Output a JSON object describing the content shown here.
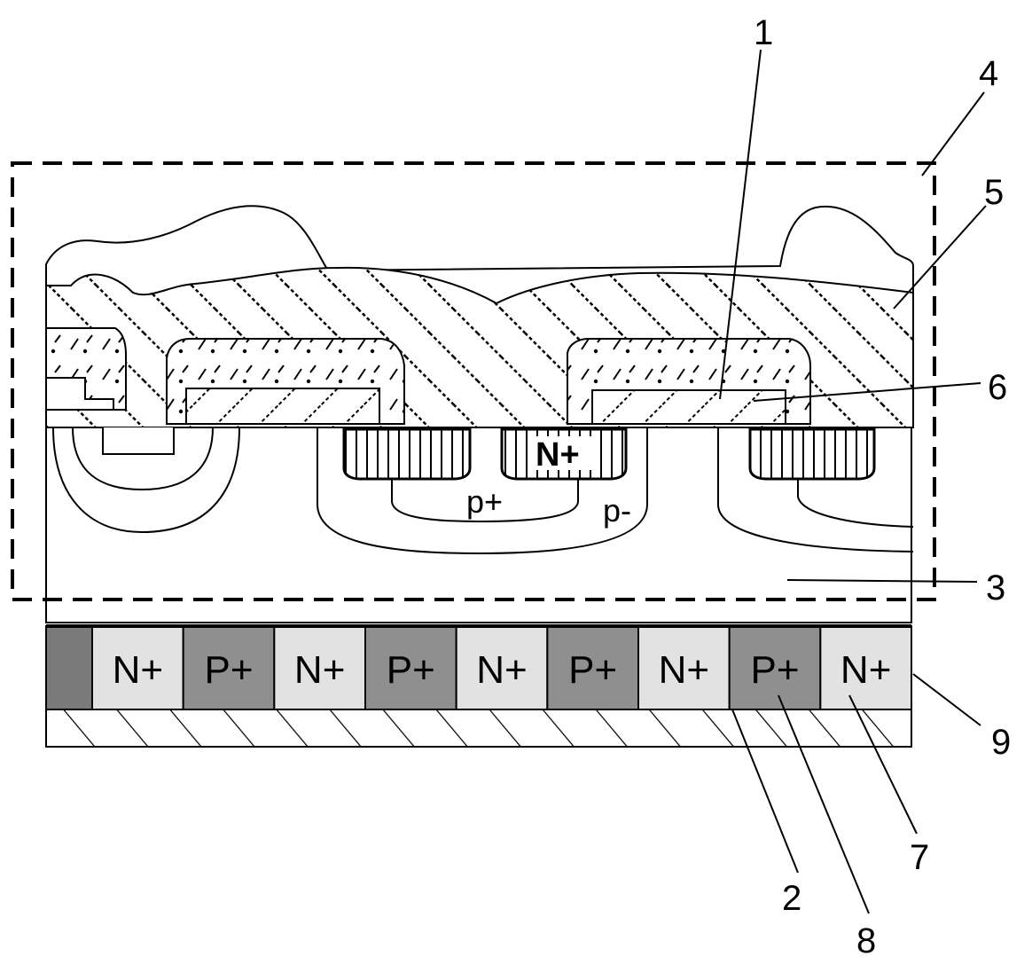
{
  "colors": {
    "background": "#ffffff",
    "line": "#000000",
    "p_region_fill": "#8f8f8f",
    "n_region_fill": "#e2e2e2",
    "edge_region_fill": "#7a7a7a"
  },
  "callouts": [
    "1",
    "4",
    "5",
    "6",
    "3",
    "9",
    "2",
    "8",
    "7"
  ],
  "doping_labels": {
    "p_plus": "p+",
    "p_minus": "p-",
    "n_plus_source": "N+"
  },
  "backside_regions": [
    "N+",
    "P+",
    "N+",
    "P+",
    "N+",
    "P+",
    "N+",
    "P+",
    "N+"
  ]
}
